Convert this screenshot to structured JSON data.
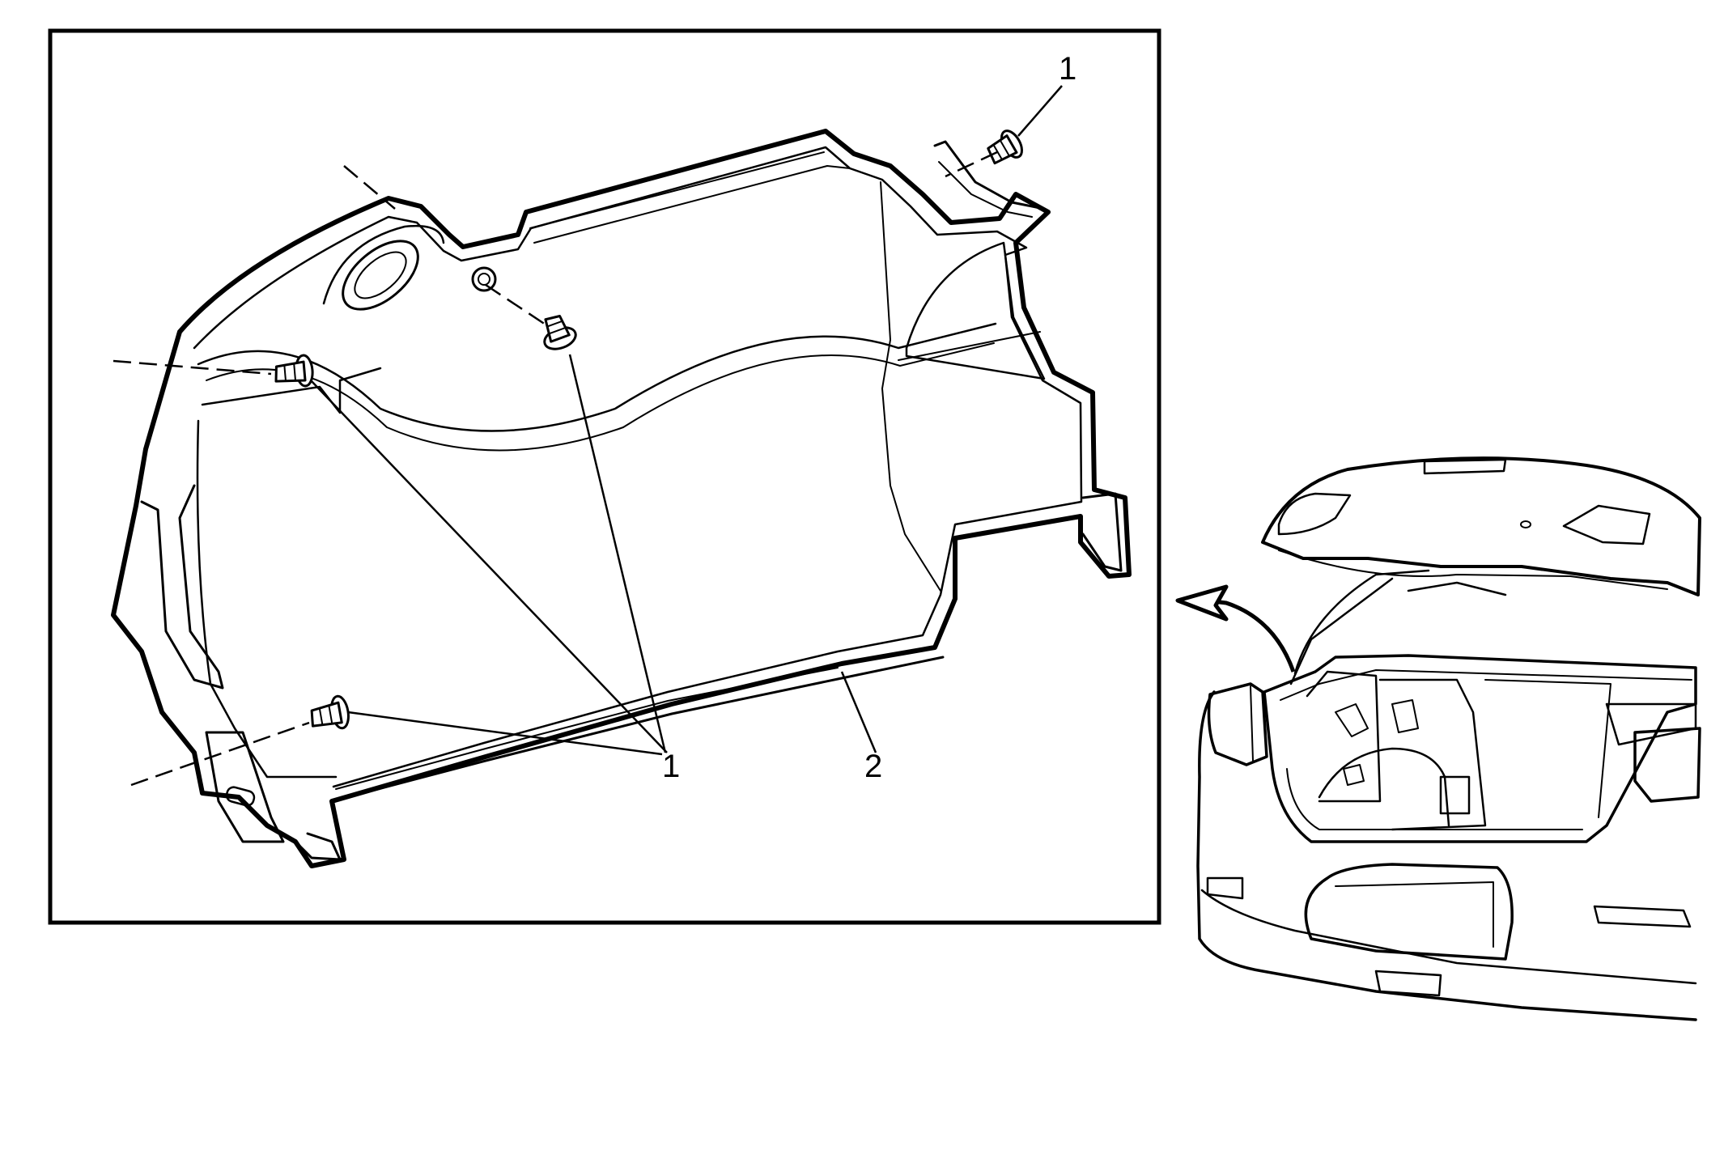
{
  "diagram": {
    "colors": {
      "line": "#000000",
      "background": "#ffffff"
    },
    "callouts": {
      "fastener_top": "1",
      "fastener_group": "1",
      "trim_panel": "2"
    }
  }
}
